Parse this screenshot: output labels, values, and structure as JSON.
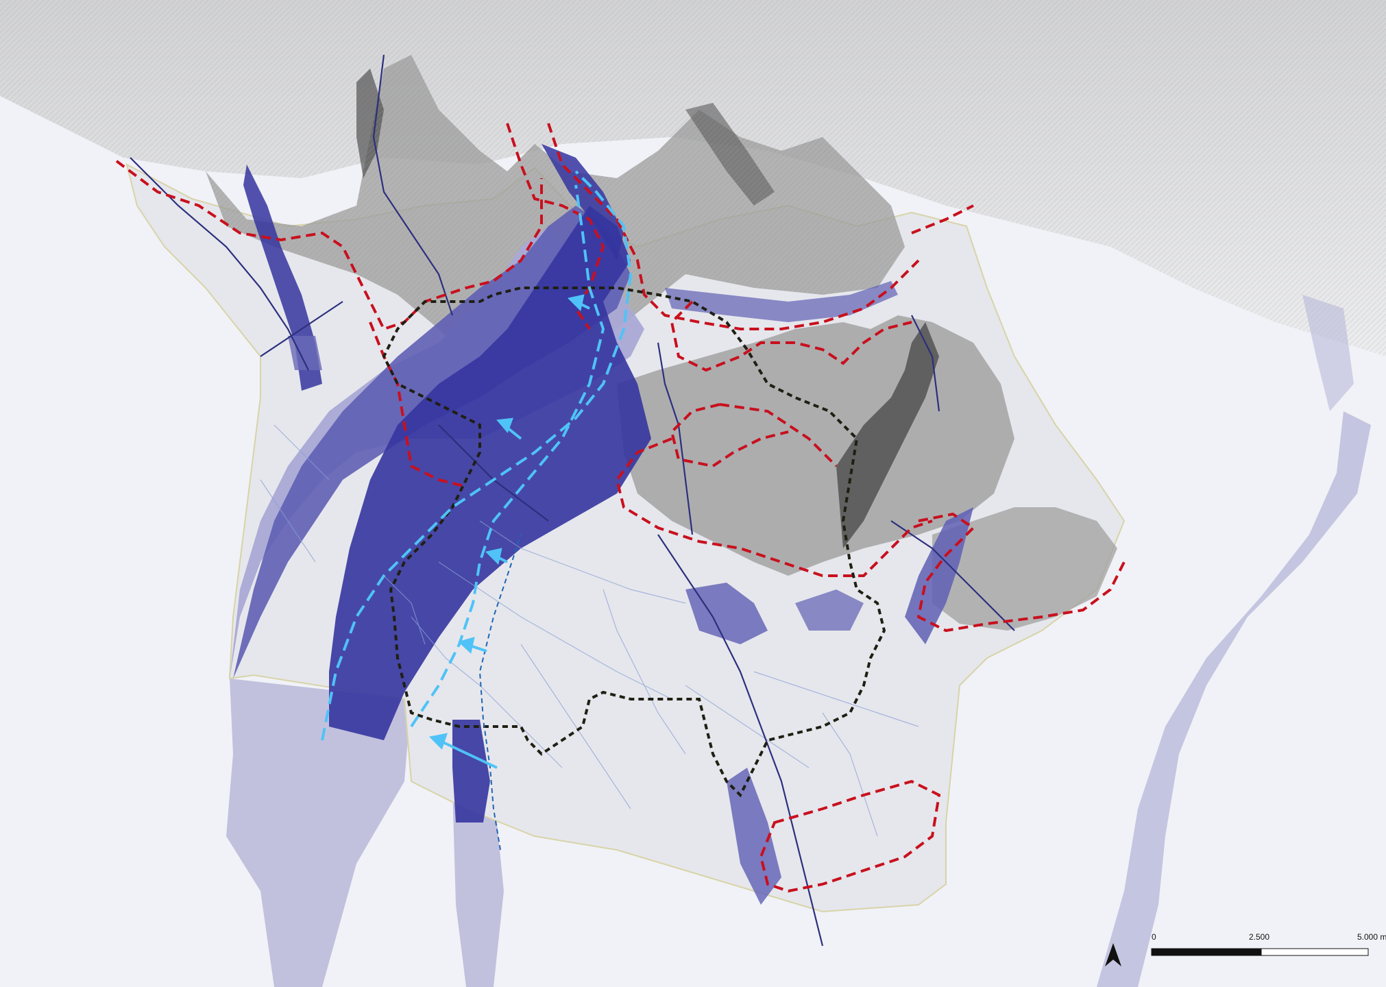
{
  "map": {
    "colors": {
      "background": "#f1f2f7",
      "mountain_relief": "#8b8b8b",
      "study_area": "#e6e7ec",
      "flood_dark": "#2f2f8f",
      "flood_medium": "#5f5fb5",
      "flood_light": "#a9a9d6",
      "flood_regional": "#b9b9d9",
      "river_line": "#2c2f7d",
      "flow_arrows": "#4fc3f7",
      "boundary_red_dashed": "#c8101e",
      "boundary_black_dashed": "#1f1f13",
      "canal_lines": "#8aa0d6"
    },
    "icons": {
      "north_arrow": "north-arrow-icon"
    }
  },
  "scale_bar": {
    "labels": [
      "0",
      "2.500",
      "5.000 m"
    ]
  }
}
